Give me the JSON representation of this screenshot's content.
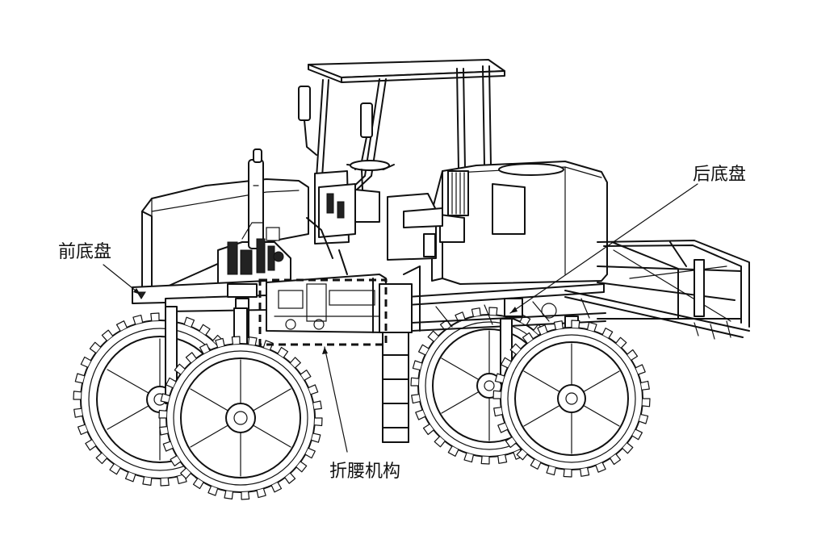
{
  "labels": {
    "front_chassis": "前底盘",
    "rear_chassis": "后底盘",
    "waist_mechanism": "折腰机构"
  },
  "colors": {
    "line": "#111111",
    "background": "#ffffff"
  }
}
